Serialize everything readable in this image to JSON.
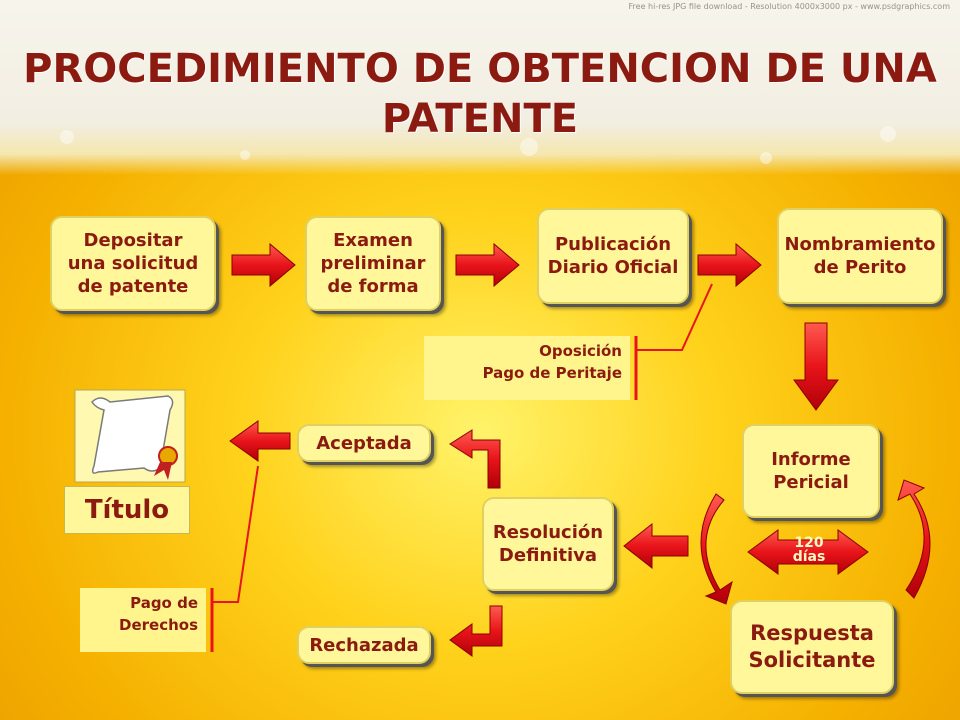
{
  "header": {
    "title": "PROCEDIMIENTO DE OBTENCION DE UNA PATENTE",
    "watermark": "Free hi-res JPG file download  -  Resolution 4000x3000 px  -  www.psdgraphics.com"
  },
  "steps": {
    "depositar": "Depositar\nuna solicitud\nde patente",
    "examen": "Examen\npreliminar\nde forma",
    "publicacion": "Publicación\nDiario Oficial",
    "nombramiento": "Nombramiento\nde Perito",
    "informe": "Informe\nPericial",
    "respuesta": "Respuesta\nSolicitante",
    "resolucion": "Resolución\nDefinitiva",
    "aceptada": "Aceptada",
    "rechazada": "Rechazada",
    "titulo": "Título"
  },
  "notes": {
    "oposicion": "Oposición\nPago de Peritaje",
    "pago_derechos": "Pago de\nDerechos"
  },
  "cycle": {
    "days": "120\ndías"
  },
  "colors": {
    "arrow": "#e8141a",
    "text": "#8b1a10",
    "box": "#fff79a"
  }
}
